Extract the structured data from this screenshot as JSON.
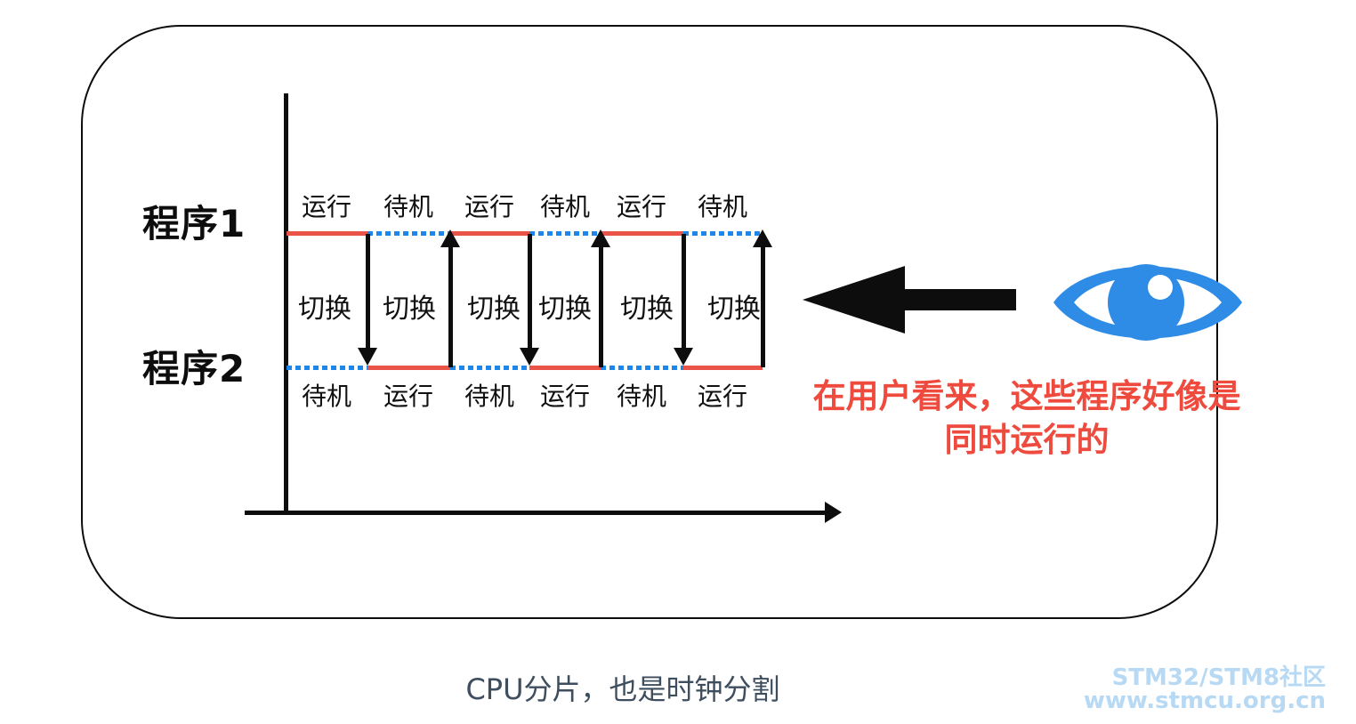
{
  "colors": {
    "run_segment_red": "#ea5348",
    "standby_segment_blue": "#1e86e8",
    "eye_blue": "#2e8be6",
    "annotation_red": "#ee4b3e",
    "caption_gray": "#3e4e5e",
    "watermark_blue": "#b7d9f4",
    "axis_black": "#0d0d0d"
  },
  "diagram": {
    "program1_label": "程序1",
    "program2_label": "程序2",
    "top_states": [
      "运行",
      "待机",
      "运行",
      "待机",
      "运行",
      "待机"
    ],
    "bottom_states": [
      "待机",
      "运行",
      "待机",
      "运行",
      "待机",
      "运行"
    ],
    "switch_labels": [
      "切换",
      "切换",
      "切换",
      "切换",
      "切换",
      "切换"
    ]
  },
  "annotation": {
    "line1": "在用户看来，这些程序好像是",
    "line2": "同时运行的"
  },
  "icons": {
    "eye": "eye-icon",
    "left_arrow": "left-arrow-icon"
  },
  "caption": "CPU分片，也是时钟分割",
  "watermark": {
    "line1": "STM32/STM8社区",
    "line2": "www.stmcu.org.cn"
  }
}
